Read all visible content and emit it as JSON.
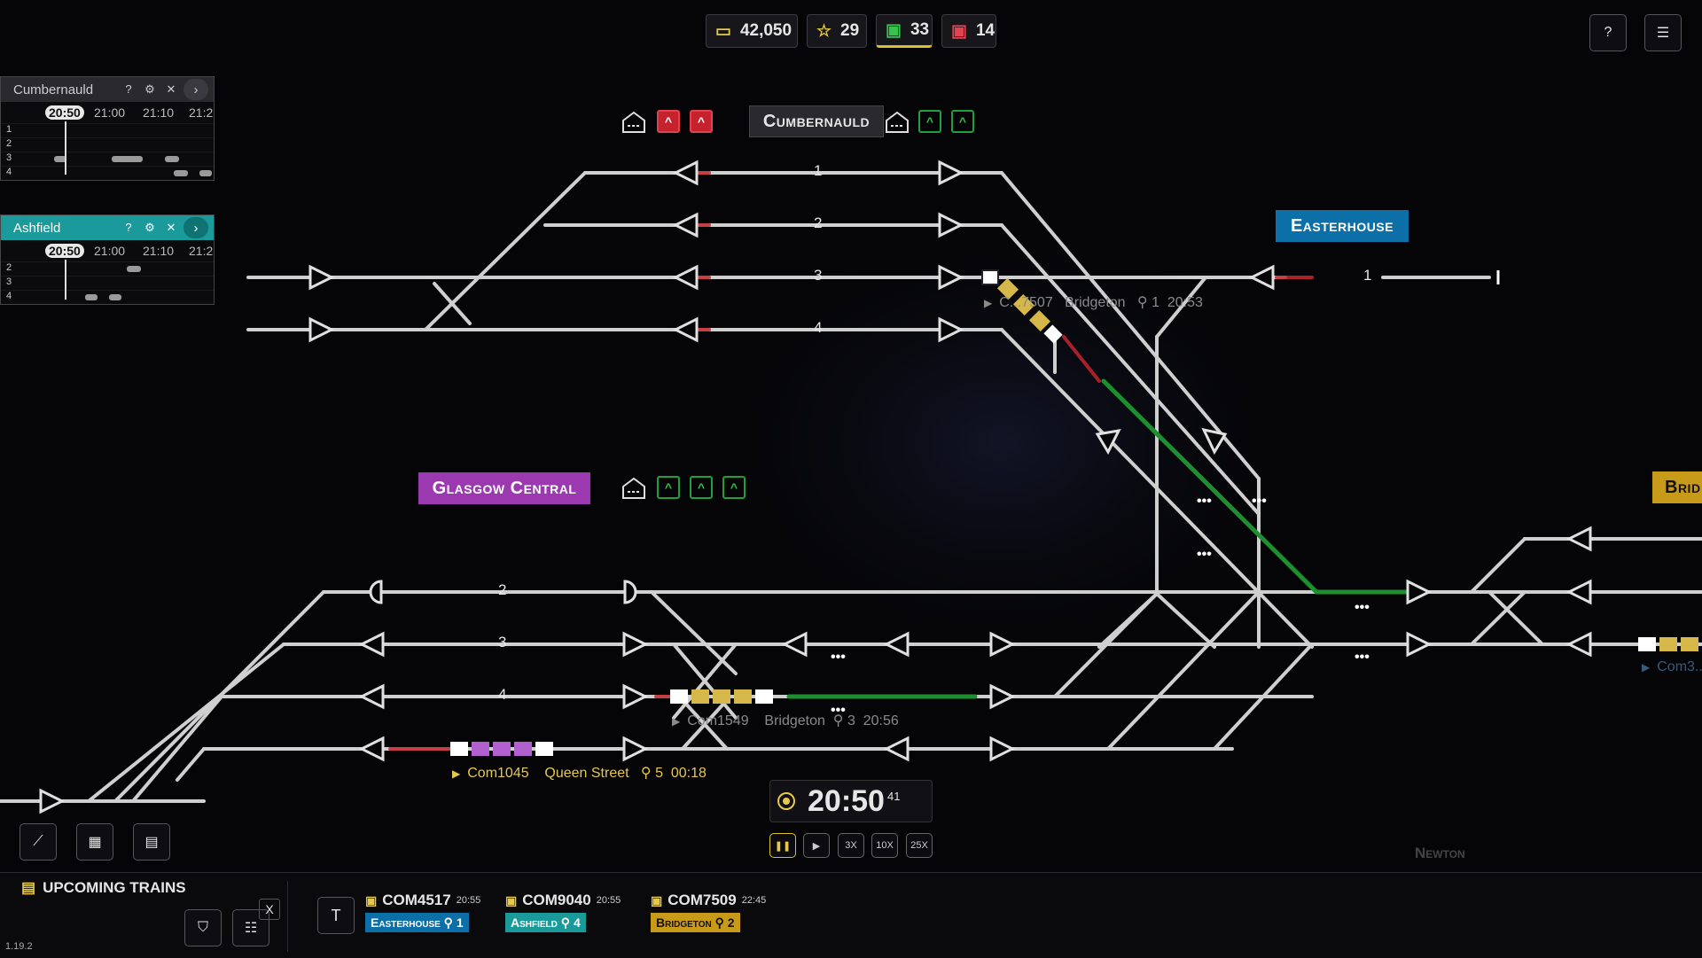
{
  "stats": {
    "money": "42,050",
    "stars": "29",
    "trains_active": "33",
    "trains_delayed": "14"
  },
  "panels": [
    {
      "name": "Cumbernauld",
      "color": "#2a2a2e",
      "times": [
        "20:50",
        "21:00",
        "21:10",
        "21:2"
      ],
      "rows": [
        "1",
        "2",
        "3",
        "4"
      ]
    },
    {
      "name": "Ashfield",
      "color": "#1a9a9a",
      "times": [
        "20:50",
        "21:00",
        "21:10",
        "21:2"
      ],
      "rows": [
        "2",
        "3",
        "4"
      ]
    }
  ],
  "stations": {
    "cumbernauld": {
      "name": "Cumbernauld",
      "color": "#2a2a2e"
    },
    "easterhouse": {
      "name": "Easterhouse",
      "color": "#0d6fa8"
    },
    "glasgow_central": {
      "name": "Glasgow Central",
      "color": "#9b3ab0"
    },
    "bridgeton_partial": {
      "name": "Brid",
      "color": "#c89a1a"
    },
    "newton": {
      "name": "Newton"
    }
  },
  "platform_numbers": {
    "cumbernauld": [
      "1",
      "2",
      "3",
      "4"
    ],
    "easterhouse": [
      "1"
    ],
    "glasgow_central": [
      "2",
      "3",
      "4"
    ]
  },
  "train_labels": {
    "t7507": {
      "id": "C...7507",
      "dest": "Bridgeton",
      "plat": "1",
      "time": "20:53"
    },
    "t1549": {
      "id": "Com1549",
      "dest": "Bridgeton",
      "plat": "3",
      "time": "20:56"
    },
    "t1045": {
      "id": "Com1045",
      "dest": "Queen Street",
      "plat": "5",
      "time": "00:18"
    },
    "tright": {
      "id": "Com3..."
    }
  },
  "clock": {
    "time": "20:50",
    "seconds": "41"
  },
  "speeds": [
    "3X",
    "10X",
    "25X"
  ],
  "upcoming": {
    "title": "Upcoming Trains",
    "filter_key": "T",
    "close": "X",
    "trains": [
      {
        "id": "COM4517",
        "time": "20:55",
        "dest": "Easterhouse",
        "plat": "1",
        "color": "#0d6fa8"
      },
      {
        "id": "COM9040",
        "time": "20:55",
        "dest": "Ashfield",
        "plat": "4",
        "color": "#1a9a9a"
      },
      {
        "id": "COM7509",
        "time": "22:45",
        "dest": "Bridgeton",
        "plat": "2",
        "color": "#c89a1a"
      }
    ]
  },
  "version": "1.19.2",
  "icons": [
    "cash-icon",
    "star-icon",
    "train-icon",
    "train-alert-icon",
    "help-icon",
    "list-icon",
    "settings-icon",
    "close-icon",
    "chevron-right-icon",
    "depot-icon",
    "play-icon",
    "pause-icon"
  ]
}
